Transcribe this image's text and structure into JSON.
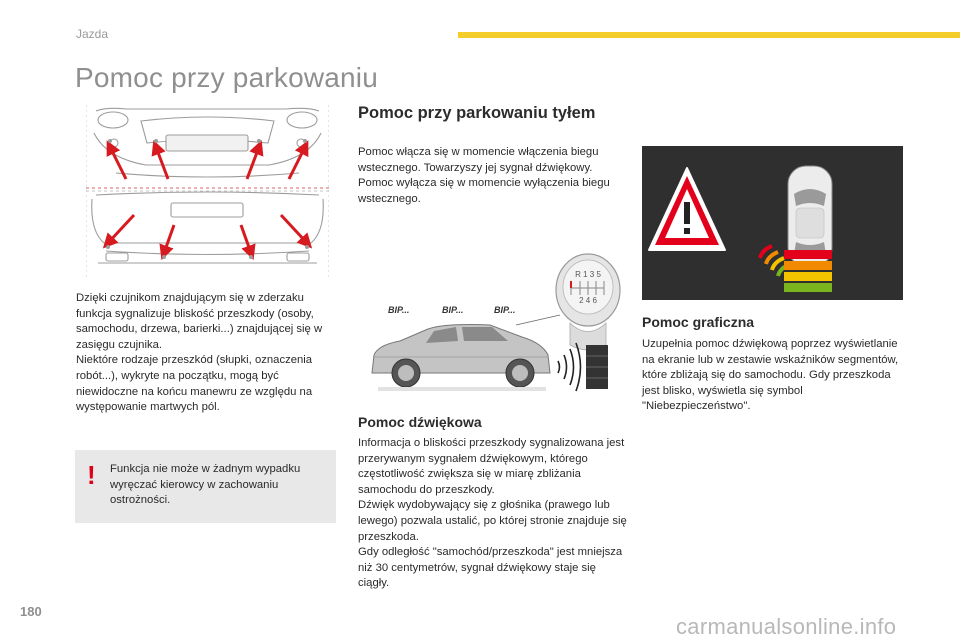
{
  "header": {
    "section": "Jazda",
    "accent_color": "#f5cd2a"
  },
  "page_title": "Pomoc przy parkowaniu",
  "intro_text": "Dzięki czujnikom znajdującym się w zderzaku funkcja sygnalizuje bliskość przeszkody (osoby, samochodu, drzewa, barierki...) znajdującej się w zasięgu czujnika.\nNiektóre rodzaje przeszkód (słupki, oznaczenia robót...), wykryte na początku, mogą być niewidoczne na końcu manewru ze względu na występowanie martwych pól.",
  "warning": {
    "mark": "!",
    "text": "Funkcja nie może w żadnym wypadku wyręczać kierowcy w zachowaniu ostrożności.",
    "mark_color": "#e0001b"
  },
  "rear": {
    "heading": "Pomoc przy parkowaniu tyłem",
    "text": "Pomoc włącza się w momencie włączenia biegu wstecznego. Towarzyszy jej sygnał dźwiękowy.\nPomoc wyłącza się w momencie wyłączenia biegu wstecznego."
  },
  "illustration": {
    "beep_labels": [
      "BIP...",
      "BIP...",
      "BIP..."
    ],
    "gear_top": "R 1 3 5",
    "gear_bottom": "2 4 6"
  },
  "sound": {
    "heading": "Pomoc dźwiękowa",
    "text": "Informacja o bliskości przeszkody sygnalizowana jest przerywanym sygnałem dźwiękowym, którego częstotliwość zwiększa się w miarę zbliżania samochodu do przeszkody.\nDźwięk wydobywający się z głośnika (prawego lub lewego) pozwala ustalić, po której stronie znajduje się przeszkoda.\nGdy odległość \"samochód/przeszkoda\" jest mniejsza niż 30 centymetrów, sygnał dźwiękowy staje się ciągły."
  },
  "graphic": {
    "heading": "Pomoc graficzna",
    "text": "Uzupełnia pomoc dźwiękową poprzez wyświetlanie na ekranie lub w zestawie wskaźników segmentów, które zbliżają się do samochodu. Gdy przeszkoda jest blisko, wyświetla się symbol \"Niebezpieczeństwo\".",
    "segment_colors": [
      "#e3001b",
      "#f18a00",
      "#f5c400",
      "#7ab51d"
    ]
  },
  "footer": {
    "page_number": "180",
    "watermark": "carmanualsonline.info"
  }
}
